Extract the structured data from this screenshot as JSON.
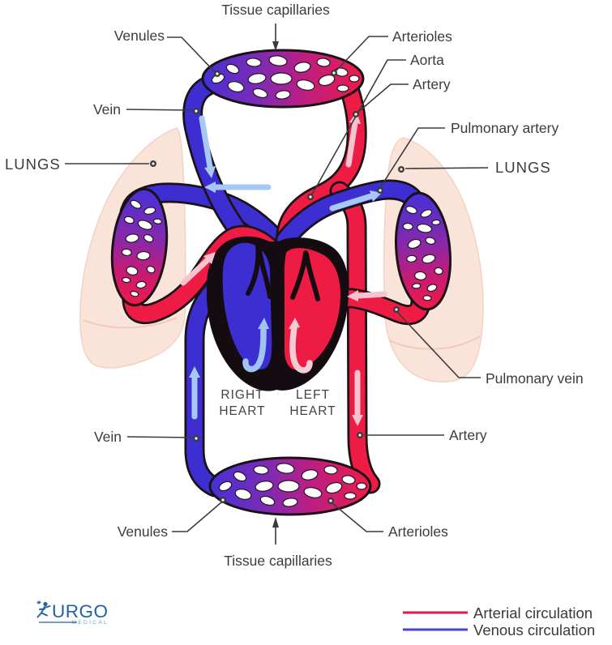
{
  "labels": {
    "tissue_capillaries_top": "Tissue capillaries",
    "venules_top": "Venules",
    "vein_top": "Vein",
    "lungs_left": "LUNGS",
    "arterioles_top": "Arterioles",
    "aorta": "Aorta",
    "artery_top": "Artery",
    "pulmonary_artery": "Pulmonary artery",
    "lungs_right": "LUNGS",
    "pulmonary_vein": "Pulmonary vein",
    "artery_bottom": "Artery",
    "vein_bottom": "Vein",
    "venules_bottom": "Venules",
    "arterioles_bottom": "Arterioles",
    "tissue_capillaries_bottom": "Tissue capillaries",
    "right_heart": {
      "line1": "RIGHT",
      "line2": "HEART"
    },
    "left_heart": {
      "line1": "LEFT",
      "line2": "HEART"
    }
  },
  "legend": {
    "arterial": {
      "label": "Arterial circulation",
      "color": "#e8174b"
    },
    "venous": {
      "label": "Venous circulation",
      "color": "#4b40cf"
    }
  },
  "logo": {
    "brand": "URGO",
    "subtext": "MEDICAL",
    "brand_color": "#2161a6",
    "subtext_color": "#62a5d6"
  },
  "colors": {
    "arterial_vessel": "#ee1b44",
    "venous_vessel": "#3c2ed1",
    "vessel_outline": "#1a1216",
    "arterial_flow_arrow": "#f6c3cf",
    "venous_flow_arrow": "#a8c8f4",
    "lung": "#fae3d8",
    "heart_muscle": "#140c10",
    "label_text": "#3b3b3b"
  }
}
